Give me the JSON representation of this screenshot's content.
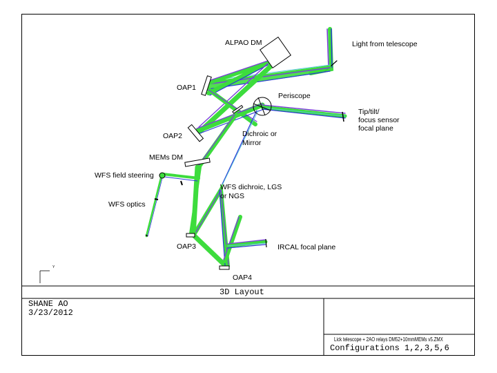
{
  "diagram": {
    "labels": {
      "alpao_dm": "ALPAO DM",
      "light_from_telescope": "Light from telescope",
      "oap1": "OAP1",
      "periscope": "Periscope",
      "tip_tilt_line1": "Tip/tilt/",
      "tip_tilt_line2": "focus sensor",
      "tip_tilt_line3": "focal plane",
      "oap2": "OAP2",
      "dichroic_line1": "Dichroic or",
      "dichroic_line2": "Mirror",
      "mems_dm": "MEMs DM",
      "wfs_field_steering": "WFS field steering",
      "wfs_dichroic_line1": "WFS dichroic, LGS",
      "wfs_dichroic_line2": "or NGS",
      "wfs_optics": "WFS optics",
      "oap3": "OAP3",
      "ircal_focal_plane": "IRCAL focal plane",
      "oap4": "OAP4",
      "axis_y": "Y"
    },
    "beam_colors": {
      "green": "#3ddc3d",
      "purple": "#7a3fd8",
      "blue": "#2a36d8",
      "cyan": "#55c8d8"
    }
  },
  "title_block": {
    "view_title": "3D Layout",
    "project": "SHANE AO",
    "date": "3/23/2012",
    "file_name": "Lick telescope + 2AO relays DM52+10mmMEMs v5.ZMX",
    "configurations": "Configurations 1,2,3,5,6"
  }
}
